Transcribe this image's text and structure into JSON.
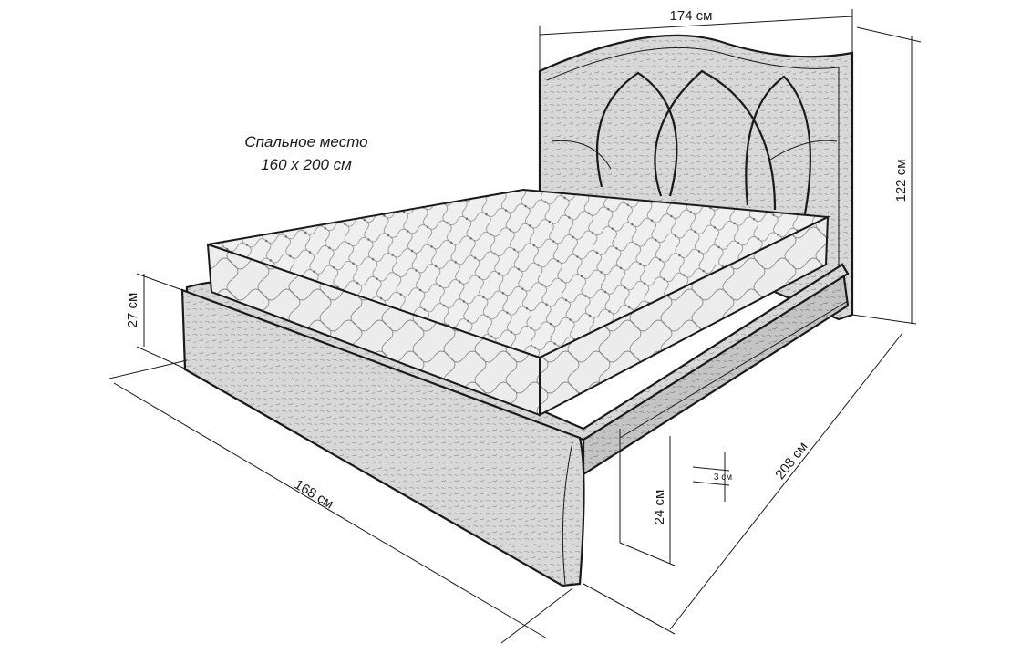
{
  "caption": {
    "line1": "Спальное место",
    "line2": "160 х 200 см"
  },
  "dimensions": {
    "headboard_width": "174 см",
    "headboard_height": "122 см",
    "base_height": "27 см",
    "front_width": "168 см",
    "side_length": "208 см",
    "side_panel_height": "24 см",
    "gap": "3 см"
  },
  "colors": {
    "outline": "#1a1a1a",
    "fabric": "#d9d9d9",
    "fabric_shade": "#bdbdbd",
    "quilt": "#eeeeee",
    "background": "#ffffff"
  }
}
